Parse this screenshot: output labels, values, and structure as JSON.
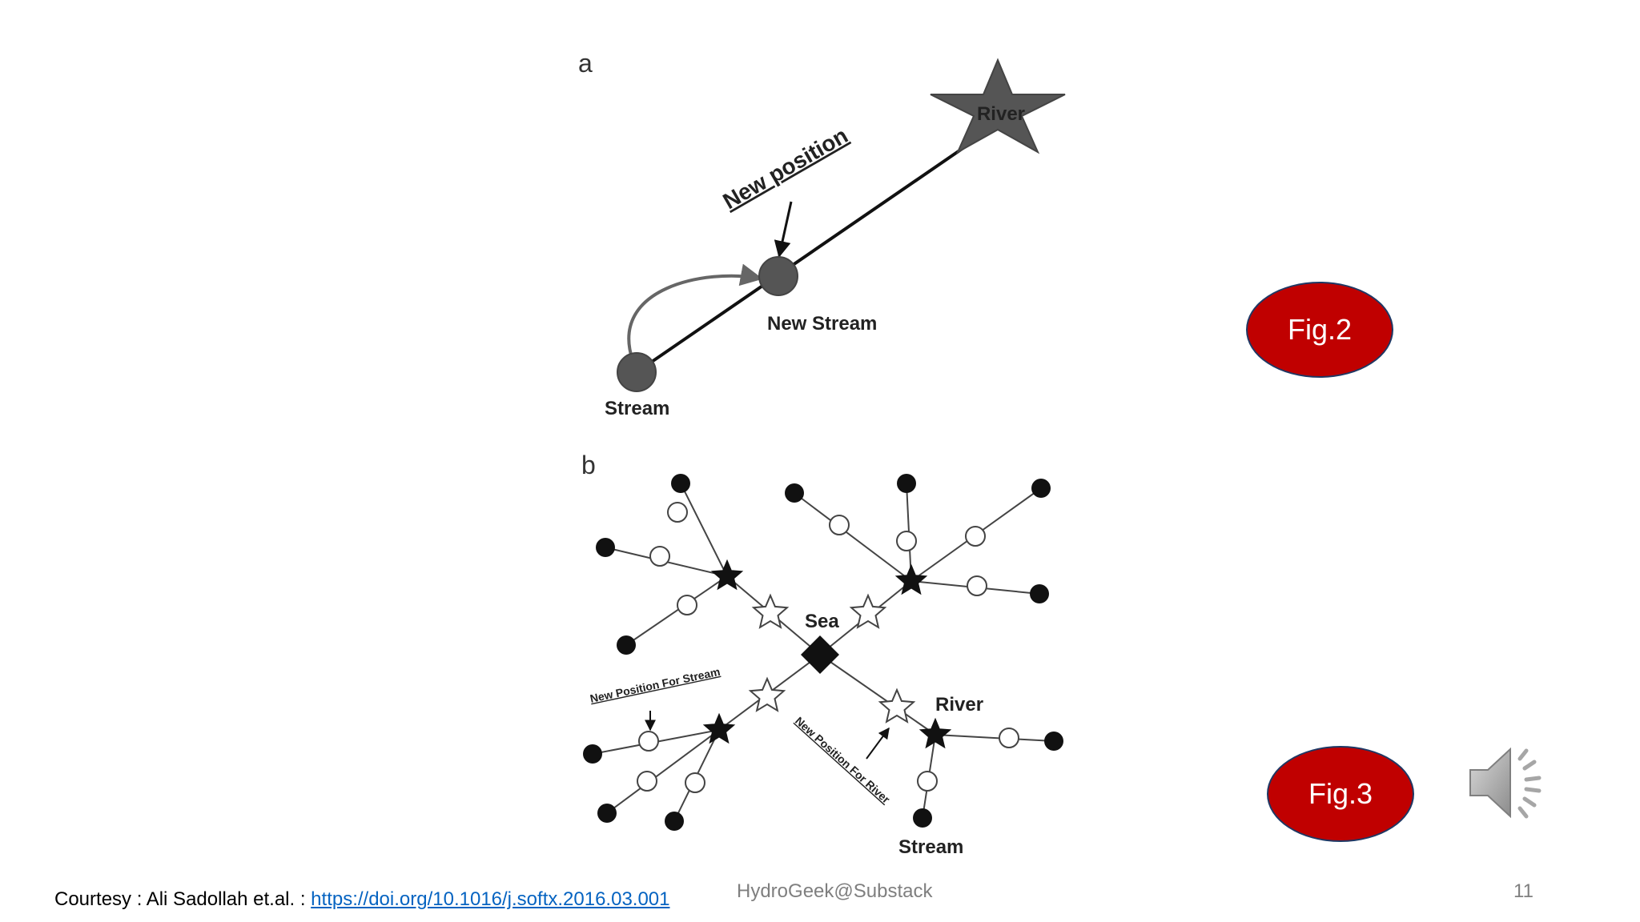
{
  "panel_a": {
    "letter": "a",
    "river_label": "River",
    "new_position_label": "New position",
    "new_stream_label": "New Stream",
    "stream_label": "Stream"
  },
  "panel_b": {
    "letter": "b",
    "sea_label": "Sea",
    "river_label": "River",
    "stream_label": "Stream",
    "new_position_stream_label": "New Position For Stream",
    "new_position_river_label": "New Position For River"
  },
  "badges": {
    "fig2": "Fig.2",
    "fig3": "Fig.3"
  },
  "footer": {
    "courtesy_prefix": "Courtesy : Ali Sadollah et.al. : ",
    "courtesy_link": "https://doi.org/10.1016/j.softx.2016.03.001",
    "brand": "HydroGeek@Substack",
    "page_number": "11"
  },
  "colors": {
    "badge_fill": "#c00000",
    "badge_border": "#1f3864",
    "link": "#0563c1",
    "footer_gray": "#7f7f7f",
    "diagram_gray": "#555555"
  },
  "icons": {
    "audio": "speaker-icon"
  }
}
